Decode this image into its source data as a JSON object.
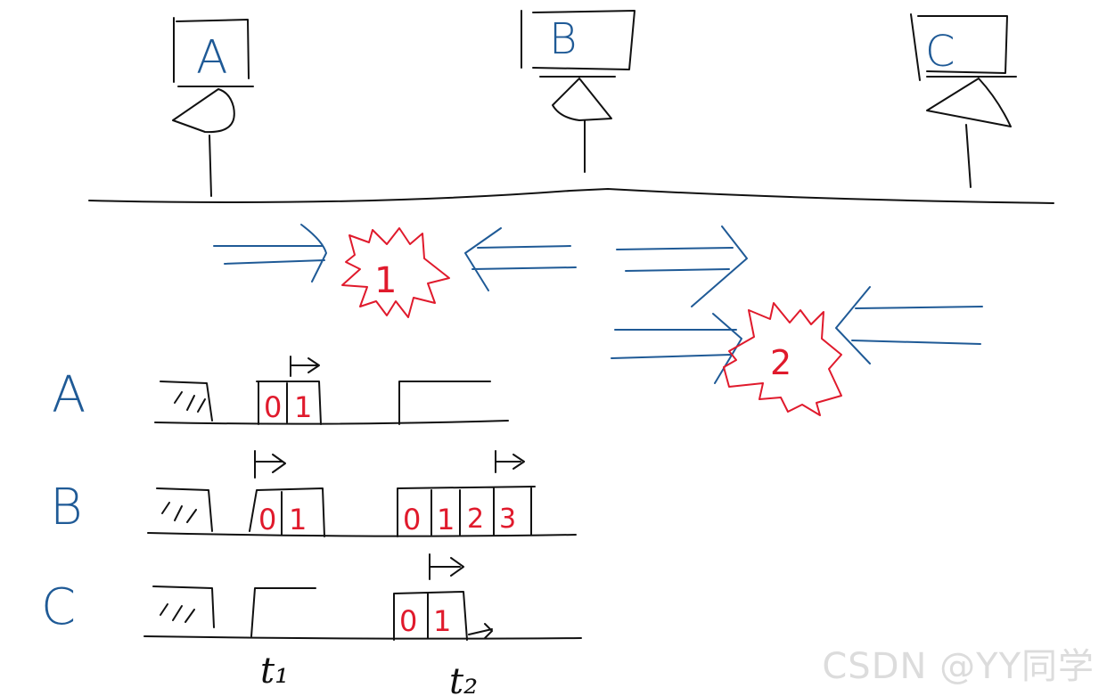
{
  "colors": {
    "ink": "#111111",
    "blue": "#1f5a96",
    "red": "#e01a2c",
    "watermark": "#dcdcdc"
  },
  "stations": [
    {
      "id": "a",
      "label": "A"
    },
    {
      "id": "b",
      "label": "B"
    },
    {
      "id": "c",
      "label": "C"
    }
  ],
  "collisions": [
    {
      "label": "1"
    },
    {
      "label": "2"
    }
  ],
  "timeline": {
    "rows": [
      {
        "label": "A",
        "slots_t1": [
          "0",
          "1"
        ],
        "slots_t2": []
      },
      {
        "label": "B",
        "slots_t1": [
          "0",
          "1"
        ],
        "slots_t2": [
          "0",
          "1",
          "2",
          "3"
        ]
      },
      {
        "label": "C",
        "slots_t1": [],
        "slots_t2": [
          "0",
          "1"
        ]
      }
    ],
    "t1_label": "t₁",
    "t2_label": "t₂"
  },
  "watermark": "CSDN @YY同学"
}
